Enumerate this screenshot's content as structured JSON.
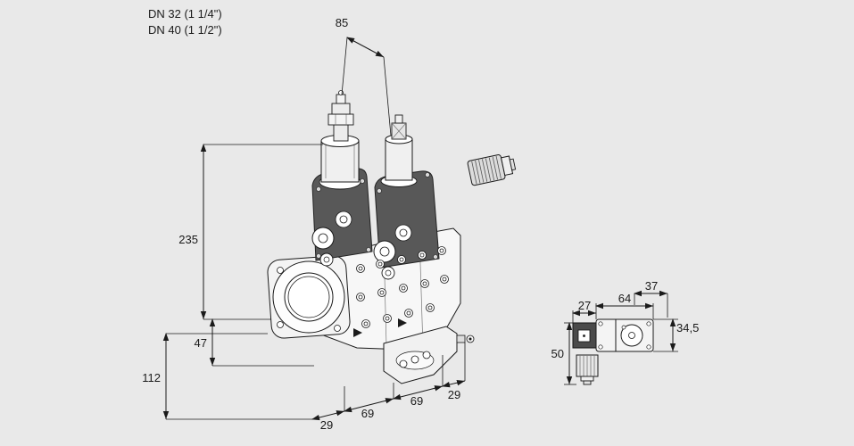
{
  "colors": {
    "background": "#e9e9e9",
    "ink": "#1a1a1a",
    "housing_dark": "#585858"
  },
  "header": {
    "dn_line1": "DN 32 (1 1/4\")",
    "dn_line2": "DN 40 (1 1/2\")"
  },
  "main_dimensions": {
    "top_width": "85",
    "overall_height": "235",
    "flange_to_base": "47",
    "lower_height": "112",
    "bottom_chain": [
      "29",
      "69",
      "69",
      "29"
    ]
  },
  "detail_dimensions": {
    "connector_width": "27",
    "body_width": "64",
    "top_offset": "37",
    "body_height": "34,5",
    "left_height": "50"
  }
}
